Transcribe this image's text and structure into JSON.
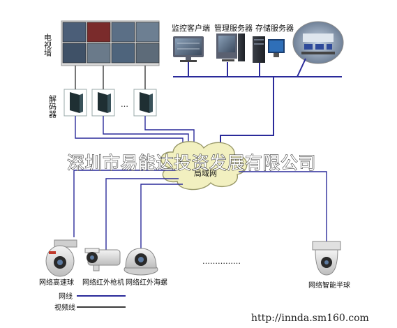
{
  "colors": {
    "network_line": "#2a2a9a",
    "video_line": "#3a3a3a",
    "cloud_fill": "#f2f0c0",
    "cloud_stroke": "#9a9a6a",
    "monitor_frame": "#5a6070",
    "decoder_body": "#1f2f33"
  },
  "video_wall": {
    "label": "电视墙",
    "screen_count": 8
  },
  "decoders": {
    "label": "解码器",
    "ellipsis": "…",
    "count": 3
  },
  "servers": {
    "monitor_client": "监控客户端",
    "management_server": "管理服务器",
    "storage_server": "存储服务器"
  },
  "network": {
    "cloud_label": "局域网"
  },
  "cameras": {
    "speed_dome": "网络高速球",
    "ir_bullet": "网络红外枪机",
    "ir_dome": "网络红外海螺",
    "smart_hemisphere": "网络智能半球",
    "ellipsis": "……………"
  },
  "legend": {
    "network_line": "网线",
    "video_line": "视频线"
  },
  "watermark": "深圳市易能达投资发展有限公司",
  "footer_url": "http://innda.sm160.com"
}
